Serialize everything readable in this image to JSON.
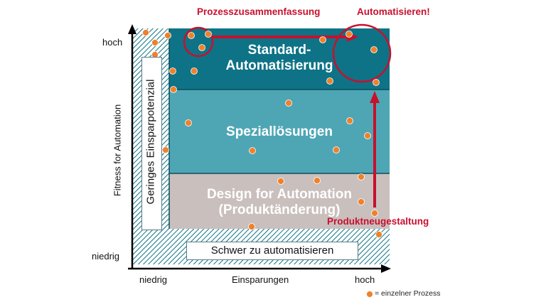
{
  "y_axis": {
    "title": "Fitness for Automation",
    "high": "hoch",
    "low": "niedrig"
  },
  "x_axis": {
    "title": "Einsparungen",
    "low": "niedrig",
    "high": "hoch"
  },
  "zones": {
    "standard": [
      "Standard-",
      "Automatisierung"
    ],
    "special": "Speziallösungen",
    "design": [
      "Design for Automation",
      "(Produktänderung)"
    ],
    "low_potential": "Geringes Einsparpotenzial",
    "hard": "Schwer zu automatisieren"
  },
  "annotations": {
    "summary": "Prozesszusammenfassung",
    "automate": "Automatisieren!",
    "redesign": "Produktneugestaltung"
  },
  "legend": {
    "label": "= einzelner Prozess"
  },
  "colors": {
    "standard_zone": "#0e7386",
    "special_zone": "#4ea6b5",
    "design_zone": "#c9bfbd",
    "process_dot": "#f0812a",
    "arrow": "#c8102e",
    "hatch": "#0e7386"
  }
}
